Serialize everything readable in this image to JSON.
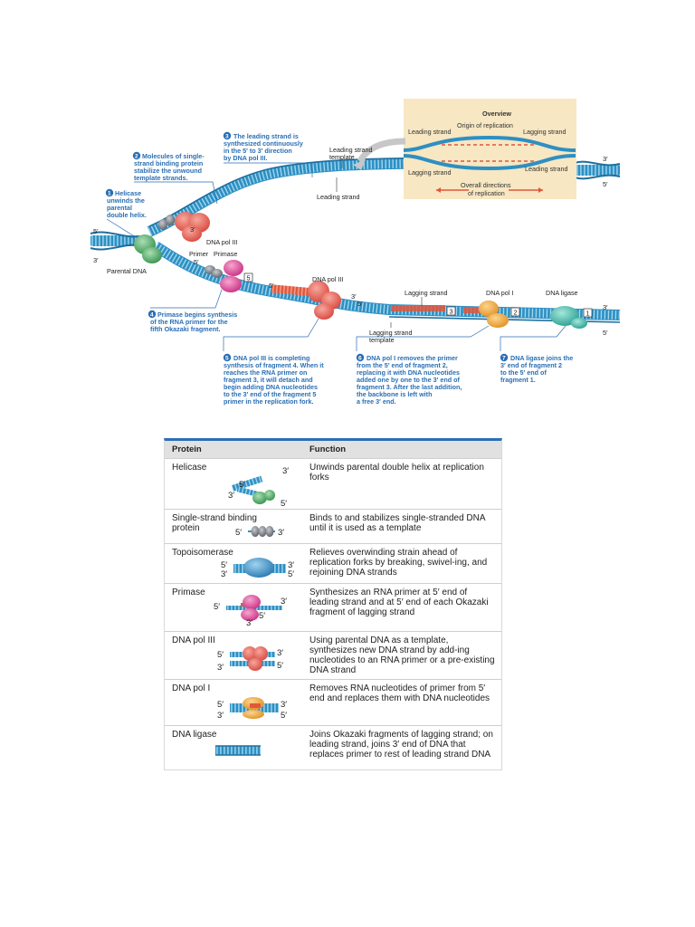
{
  "figure": {
    "overview": {
      "title": "Overview",
      "origin": "Origin of replication",
      "leading_top": "Leading strand",
      "lagging_top": "Lagging strand",
      "lagging_bottom": "Lagging strand",
      "leading_bottom": "Leading strand",
      "directions_1": "Overall directions",
      "directions_2": "of replication"
    },
    "steps": {
      "s1": {
        "num": "1",
        "lines": [
          "Helicase",
          "unwinds the",
          "parental",
          "double helix."
        ]
      },
      "s2": {
        "num": "2",
        "lines": [
          "Molecules of single-",
          "strand binding protein",
          "stabilize the unwound",
          "template strands."
        ]
      },
      "s3": {
        "num": "3",
        "lines": [
          "The leading strand is",
          "synthesized continuously",
          "in the 5′ to 3′ direction",
          "by DNA pol III."
        ]
      },
      "s4": {
        "num": "4",
        "lines": [
          "Primase begins synthesis",
          "of the RNA primer for the",
          "fifth Okazaki fragment."
        ]
      },
      "s5": {
        "num": "5",
        "lines": [
          "DNA pol III is completing",
          "synthesis of fragment 4. When it",
          "reaches the RNA primer on",
          "fragment 3, it will detach and",
          "begin adding DNA nucleotides",
          "to the 3′ end of the fragment 5",
          "primer in the replication fork."
        ]
      },
      "s6": {
        "num": "6",
        "lines": [
          "DNA pol I removes the primer",
          "from the 5′ end of fragment 2,",
          "replacing it with DNA nucleotides",
          "added one by one to the 3′ end of",
          "fragment 3. After the last addition,",
          "the backbone is left with",
          "a free 3′ end."
        ]
      },
      "s7": {
        "num": "7",
        "lines": [
          "DNA ligase joins the",
          "3′ end of fragment 2",
          "to the 5′ end of",
          "fragment 1."
        ]
      }
    },
    "labels": {
      "leading_template": [
        "Leading strand",
        "template"
      ],
      "leading_strand": "Leading strand",
      "dna_pol_iii_top": "DNA pol III",
      "primer": "Primer",
      "primase": "Primase",
      "parental_dna": "Parental DNA",
      "dna_pol_iii_mid": "DNA pol III",
      "lagging_strand": "Lagging strand",
      "lagging_template": [
        "Lagging strand",
        "template"
      ],
      "dna_pol_i": "DNA pol I",
      "dna_ligase": "DNA ligase",
      "five_prime": "5′",
      "three_prime": "3′",
      "fragments": [
        "1",
        "2",
        "3",
        "4",
        "5"
      ]
    }
  },
  "table": {
    "header": {
      "protein": "Protein",
      "function": "Function"
    },
    "rows": [
      {
        "protein": "Helicase",
        "function": "Unwinds parental double helix at replication forks",
        "end_a": "5′",
        "end_b": "3′",
        "end_c": "3′",
        "end_d": "5′"
      },
      {
        "protein": "Single-strand binding protein",
        "function": "Binds to and stabilizes single-stranded DNA until it is used as a template",
        "end_a": "5′",
        "end_b": "3′"
      },
      {
        "protein": "Topoisomerase",
        "function": "Relieves overwinding strain ahead of replication forks by breaking, swivel-ing, and rejoining DNA strands",
        "end_a": "5′",
        "end_b": "3′",
        "end_c": "3′",
        "end_d": "5′"
      },
      {
        "protein": "Primase",
        "function": "Synthesizes an RNA primer at 5′ end of leading strand and at 5′ end of each Okazaki fragment of lagging strand",
        "end_a": "5′",
        "end_b": "3′",
        "end_c": "3′",
        "end_d": "5′"
      },
      {
        "protein": "DNA pol III",
        "function": "Using parental DNA as a template, synthesizes new DNA strand by add-ing nucleotides to an RNA primer or a pre-existing DNA strand",
        "end_a": "5′",
        "end_b": "3′",
        "end_c": "3′",
        "end_d": "5′"
      },
      {
        "protein": "DNA pol I",
        "function": "Removes RNA nucleotides of primer from 5′ end and replaces them with DNA nucleotides",
        "end_a": "5′",
        "end_b": "3′",
        "end_c": "3′",
        "end_d": "5′"
      },
      {
        "protein": "DNA ligase",
        "function": "Joins Okazaki fragments of lagging strand; on leading strand, joins 3′ end of DNA that replaces primer to rest of leading strand DNA"
      }
    ]
  },
  "colors": {
    "dna_blue": "#2e8fc2",
    "dna_light": "#8fd0ee",
    "caption_blue": "#2a6fb5",
    "new_strand_red": "#e1573c",
    "overview_bg": "#f7e7c2",
    "pol_iii": "#e8695f",
    "primase": "#e0509b",
    "helicase": "#58b36d",
    "ssb": "#7b7f86",
    "topo": "#3a8fc4",
    "pol_i": "#f2a73b",
    "ligase": "#3fb7a8"
  }
}
